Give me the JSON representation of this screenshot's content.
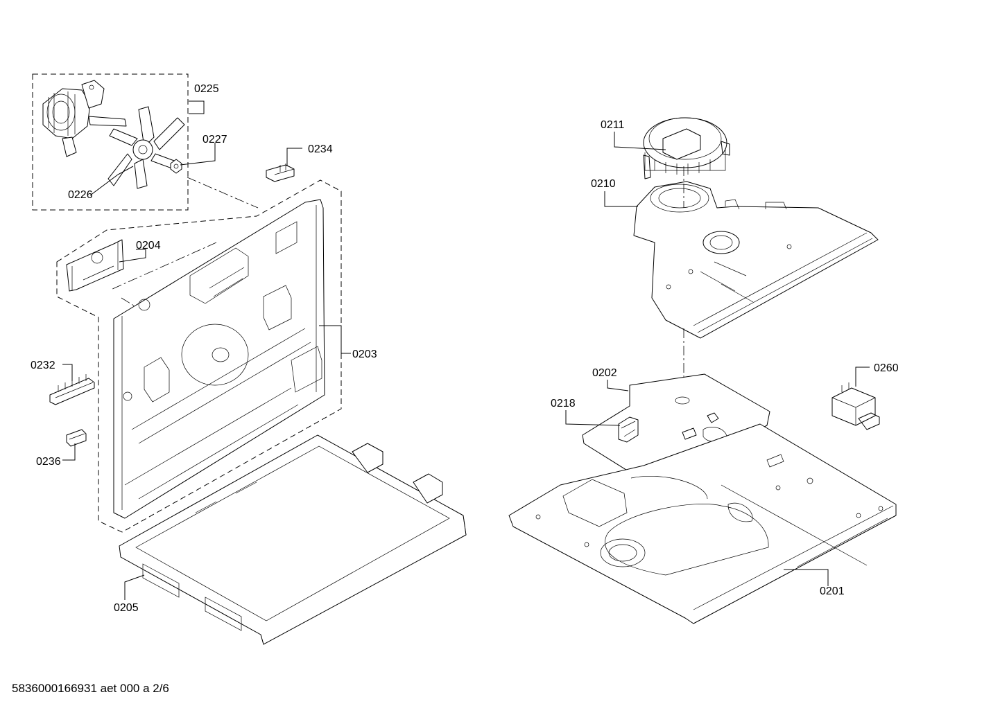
{
  "callouts": {
    "p0225": "0225",
    "p0227": "0227",
    "p0226": "0226",
    "p0234": "0234",
    "p0204": "0204",
    "p0203": "0203",
    "p0232": "0232",
    "p0236": "0236",
    "p0205": "0205",
    "p0211": "0211",
    "p0210": "0210",
    "p0202": "0202",
    "p0218": "0218",
    "p0260": "0260",
    "p0201": "0201"
  },
  "footer": {
    "document_id": "5836000166931 aet 000 a 2/6"
  }
}
